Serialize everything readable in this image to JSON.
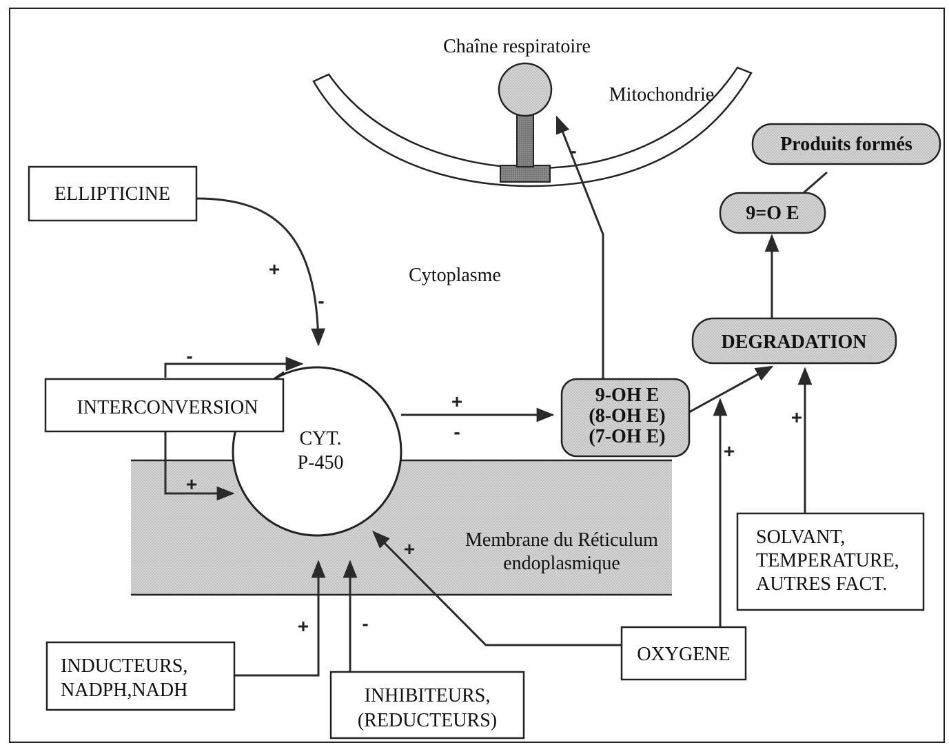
{
  "labels": {
    "chain": "Chaîne respiratoire",
    "mito": "Mitochondrie",
    "cytoplasm": "Cytoplasme",
    "membrane_1": "Membrane du Réticulum",
    "membrane_2": "endoplasmique"
  },
  "boxes": {
    "ellipticine": "ELLIPTICINE",
    "interconversion": "INTERCONVERSION",
    "inducteurs_1": "INDUCTEURS,",
    "inducteurs_2": "NADPH,NADH",
    "inhibiteurs_1": "INHIBITEURS,",
    "inhibiteurs_2": "(REDUCTEURS)",
    "oxygene": "OXYGENE",
    "solvant_1": "SOLVANT,",
    "solvant_2": "TEMPERATURE,",
    "solvant_3": "AUTRES FACT."
  },
  "cyt": {
    "line1": "CYT.",
    "line2": "P-450"
  },
  "metabolites": {
    "line1": "9-OH E",
    "line2": "(8-OH E)",
    "line3": "(7-OH E)"
  },
  "degradation": "DEGRADATION",
  "quinone": "9=O E",
  "products": "Produits formés",
  "signs": {
    "plus": "+",
    "minus": "-"
  }
}
